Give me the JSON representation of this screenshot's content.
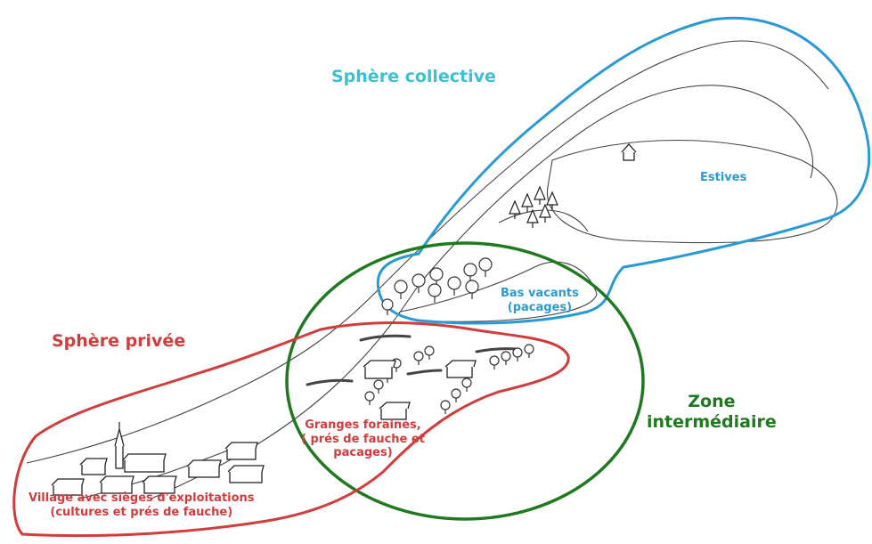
{
  "labels": {
    "sphere_collective": "Sphère collective",
    "estives": "Estives",
    "bas_vacants_line1": "Bas vacants",
    "bas_vacants_line2": "(pacages)",
    "sphere_privee": "Sphère privée",
    "zone_line1": "Zone",
    "zone_line2": "intermédiaire",
    "granges_line1": "Granges foraines,",
    "granges_line2": "( prés de fauche et",
    "granges_line3": "pacages)",
    "village_line1": "Village avec sièges d'exploitations",
    "village_line2": "(cultures et prés de fauche)"
  },
  "colors": {
    "collective": "#2a9ad6",
    "collective_title": "#3cc0d2",
    "private": "#d23c3c",
    "intermediate": "#1f7a1f",
    "sketch": "#333333"
  }
}
